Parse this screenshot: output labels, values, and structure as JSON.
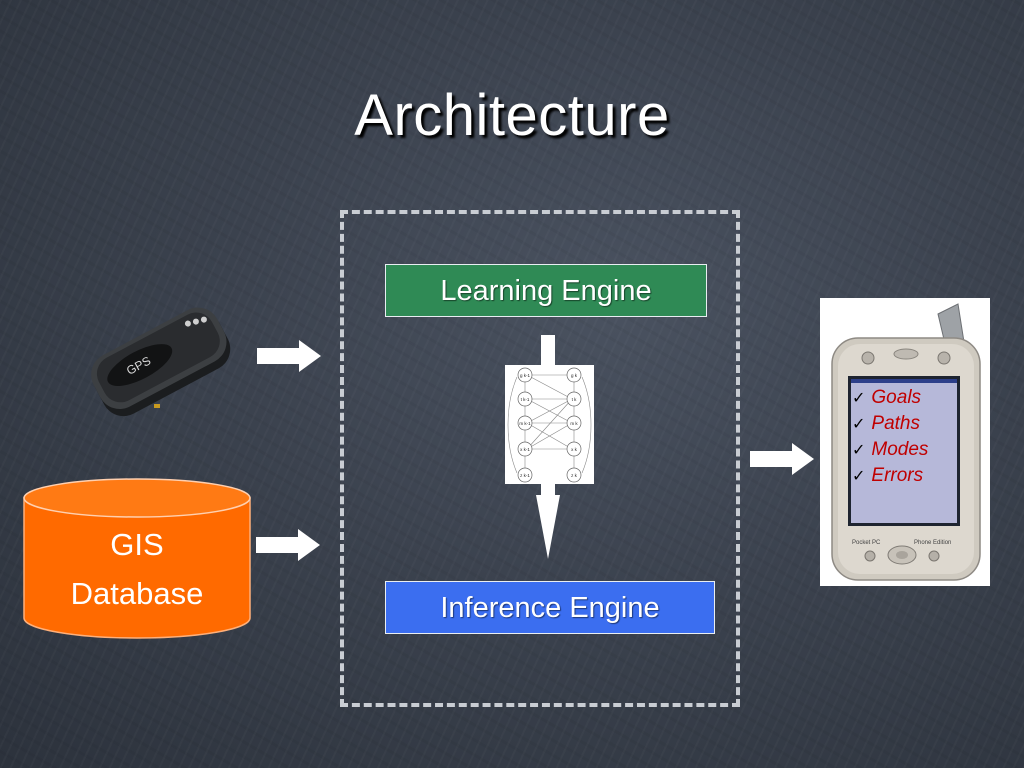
{
  "slide": {
    "title": "Architecture"
  },
  "engines": {
    "learning": "Learning Engine",
    "inference": "Inference Engine"
  },
  "gis": {
    "line1": "GIS",
    "line2": "Database"
  },
  "gps_device": {
    "brand_text": "GPS"
  },
  "phone": {
    "outputs": [
      "Goals",
      "Paths",
      "Modes",
      "Errors"
    ],
    "left_caption": "Pocket PC",
    "right_caption": "Phone Edition"
  },
  "bayes_net": {
    "left_nodes": [
      "g k-1",
      "t k-1",
      "m k-1",
      "x k-1",
      "z k-1"
    ],
    "right_nodes": [
      "g k",
      "t k",
      "m k",
      "x k",
      "z k"
    ]
  },
  "colors": {
    "learning_engine": "#2f8a55",
    "inference_engine": "#3b6ef0",
    "gis_cylinder": "#ff6a00",
    "output_text": "#c00000"
  }
}
